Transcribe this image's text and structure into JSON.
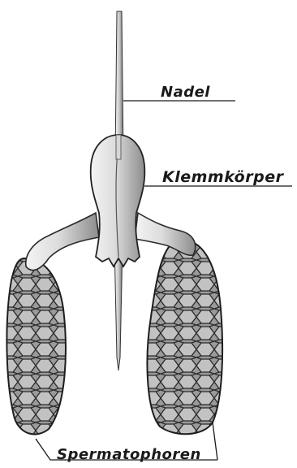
{
  "labels": {
    "needle": "Nadel",
    "clamp_body": "Klemmkörper",
    "spermatophores": "Spermatophoren"
  },
  "colors": {
    "ink": "#1a1a1a",
    "shade_light": "#f0f0f0",
    "shade_mid": "#b8b8b8",
    "shade_dark": "#555555",
    "background": "#ffffff"
  }
}
